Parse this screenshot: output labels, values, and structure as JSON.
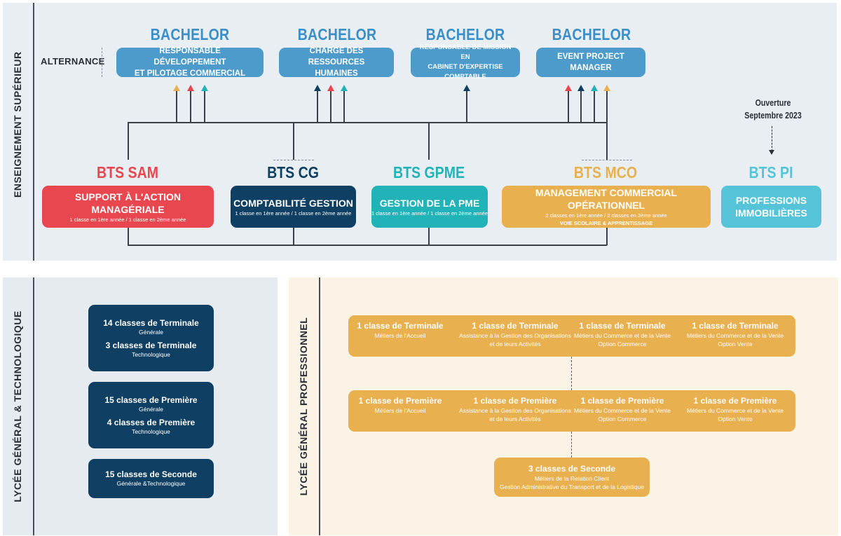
{
  "sections": {
    "top": "ENSEIGNEMENT SUPÉRIEUR",
    "bottom_left": "LYCÉE GÉNÉRAL & TECHNOLOGIQUE",
    "bottom_right": "LYCÉE GÉNÉRAL PROFESSIONNEL"
  },
  "alternance_label": "ALTERNANCE",
  "bachelors": [
    {
      "title": "BACHELOR",
      "line1": "RESPONSABLE DÉVELOPPEMENT",
      "line2": "ET PILOTAGE COMMERCIAL"
    },
    {
      "title": "BACHELOR",
      "line1": "CHARGÉ DES",
      "line2": "RESSOURCES HUMAINES"
    },
    {
      "title": "BACHELOR",
      "line1": "RESPONSABLE DE MISSION EN",
      "line2": "CABINET D'EXPERTISE COMPTABLE"
    },
    {
      "title": "BACHELOR",
      "line1": "EVENT PROJECT MANAGER",
      "line2": ""
    }
  ],
  "bts": [
    {
      "title": "BTS SAM",
      "name": "SUPPORT À L'ACTION MANAGÉRIALE",
      "detail": "1 classe en 1ère année / 1 classe en 2ème année",
      "color": "#e8474f"
    },
    {
      "title": "BTS CG",
      "name": "COMPTABILITÉ GESTION",
      "detail": "1 classe en 1ère année / 1 classe en 2ème année",
      "color": "#0f3f62"
    },
    {
      "title": "BTS GPME",
      "name": "GESTION DE LA PME",
      "detail": "1 classe en 1ère année / 1 classe en 2ème année",
      "color": "#21b3b8"
    },
    {
      "title": "BTS MCO",
      "name": "MANAGEMENT COMMERCIAL OPÉRATIONNEL",
      "detail": "2 classes en 1ère année / 2 classes en 2ème année",
      "extra": "VOIE SCOLAIRE & APPRENTISSAGE",
      "color": "#e9b04f"
    },
    {
      "title": "BTS PI",
      "name1": "PROFESSIONS",
      "name2": "IMMOBILIÈRES",
      "color": "#55c4d9"
    }
  ],
  "ouverture": {
    "line1": "Ouverture",
    "line2": "Septembre 2023"
  },
  "colors": {
    "red": "#e8474f",
    "navy": "#0f3f62",
    "teal": "#21b3b8",
    "gold": "#e9b04f",
    "blue": "#4d9bcb"
  },
  "lgt": {
    "terminale": {
      "h1": "14 classes de Terminale",
      "s1": "Générale",
      "h2": "3 classes de Terminale",
      "s2": "Technologique"
    },
    "premiere": {
      "h1": "15 classes de Première",
      "s1": "Générale",
      "h2": "4 classes de Première",
      "s2": "Technologique"
    },
    "seconde": {
      "h1": "15 classes de Seconde",
      "s1": "Générale &Technologique"
    }
  },
  "lp": {
    "terminale": [
      {
        "h": "1 classe de Terminale",
        "s1": "Métiers de l'Accueil",
        "s2": ""
      },
      {
        "h": "1 classe de Terminale",
        "s1": "Assistance à la Gestion des Organisations",
        "s2": "et de leurs Activités"
      },
      {
        "h": "1 classe de Terminale",
        "s1": "Métiers du Commerce et de la Vente",
        "s2": "Option Commerce"
      },
      {
        "h": "1 classe de Terminale",
        "s1": "Métiers du Commerce et de la Vente",
        "s2": "Option Vente"
      }
    ],
    "premiere": [
      {
        "h": "1 classe de Première",
        "s1": "Métiers de l'Accueil",
        "s2": ""
      },
      {
        "h": "1 classe de Première",
        "s1": "Assistance à la Gestion des Organisations",
        "s2": "et de leurs Activités"
      },
      {
        "h": "1 classe de Première",
        "s1": "Métiers du Commerce et de la Vente",
        "s2": "Option Commerce"
      },
      {
        "h": "1 classe de Première",
        "s1": "Métiers du Commerce et de la Vente",
        "s2": "Option Vente"
      }
    ],
    "seconde": {
      "h": "3 classes de Seconde",
      "s1": "Métiers de la Relation Client",
      "s2": "Gestion Administrative du Transport et de la Logistique"
    }
  }
}
